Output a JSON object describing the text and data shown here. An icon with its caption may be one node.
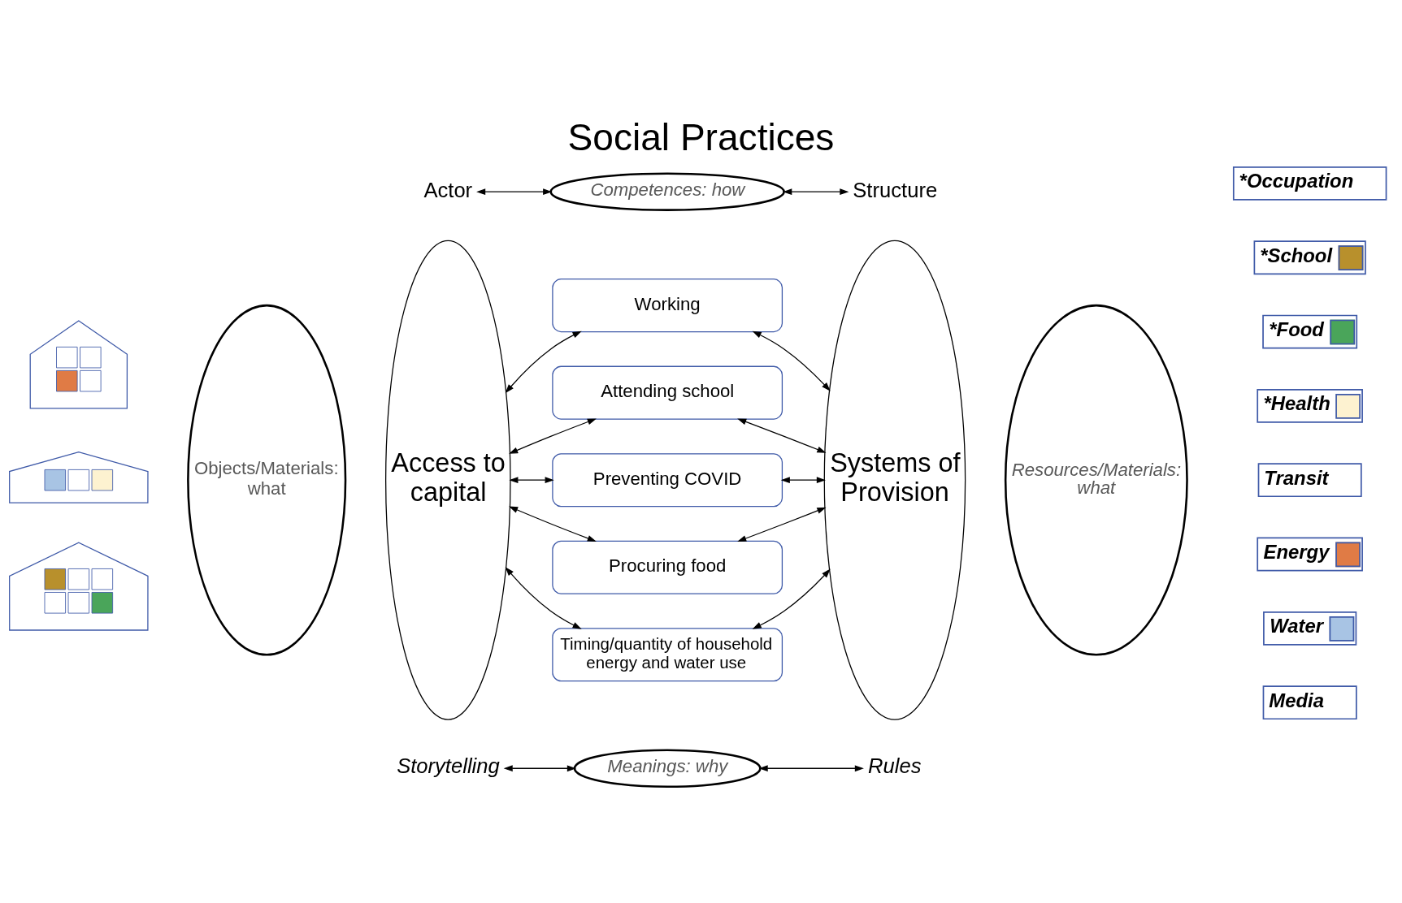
{
  "diagram": {
    "title": "Social Practices",
    "nodes": [
      {
        "text": [
          "Actor"
        ]
      },
      {
        "text": [
          "Competences: how"
        ]
      },
      {
        "text": [
          "Structure"
        ]
      },
      {
        "text": [],
        "shape": "picture"
      },
      {
        "text": [],
        "shape": "picture"
      },
      {
        "text": [],
        "shape": "picture"
      },
      {
        "text": [
          "Access to capital"
        ]
      },
      {
        "text": [
          "Objects/Materials: what"
        ]
      },
      {
        "text": [
          "Working"
        ]
      },
      {
        "text": [
          "Attending school"
        ]
      },
      {
        "text": [
          "Preventing COVID"
        ]
      },
      {
        "text": [
          "Procuring food"
        ]
      },
      {
        "text": [
          "Timing/quantity of household energy and water use"
        ]
      },
      {
        "text": [
          "Systems of Provision"
        ]
      },
      {
        "text": [
          "Resources/Materials: what"
        ]
      },
      {
        "text": [
          "Storytelling"
        ]
      },
      {
        "text": [
          "Meanings: why"
        ]
      },
      {
        "text": [
          "Rules"
        ]
      }
    ],
    "edges": [
      {
        "from": 0,
        "to": 1,
        "arrow": "both"
      },
      {
        "from": 1,
        "to": 2,
        "arrow": "both"
      },
      {
        "from": 6,
        "to": 8,
        "arrow": "both"
      },
      {
        "from": 6,
        "to": 9,
        "arrow": "both"
      },
      {
        "from": 6,
        "to": 10,
        "arrow": "both"
      },
      {
        "from": 6,
        "to": 11,
        "arrow": "both"
      },
      {
        "from": 6,
        "to": 12,
        "arrow": "both"
      },
      {
        "from": 8,
        "to": 13,
        "arrow": "both"
      },
      {
        "from": 9,
        "to": 13,
        "arrow": "both"
      },
      {
        "from": 10,
        "to": 13,
        "arrow": "both"
      },
      {
        "from": 11,
        "to": 13,
        "arrow": "both"
      },
      {
        "from": 12,
        "to": 13,
        "arrow": "both"
      },
      {
        "from": 15,
        "to": 16,
        "arrow": "both"
      },
      {
        "from": 16,
        "to": 17,
        "arrow": "both"
      }
    ],
    "legend": [
      {
        "text": "*Occupation"
      },
      {
        "text": "*School",
        "color": "#b8902c"
      },
      {
        "text": "*Food",
        "color": "#4aa55a"
      },
      {
        "text": "*Health",
        "color": "#fdf2d0"
      },
      {
        "text": "Transit"
      },
      {
        "text": "Energy",
        "color": "#e07b45"
      },
      {
        "text": "Water",
        "color": "#a8c4e4"
      },
      {
        "text": "Media"
      }
    ]
  }
}
